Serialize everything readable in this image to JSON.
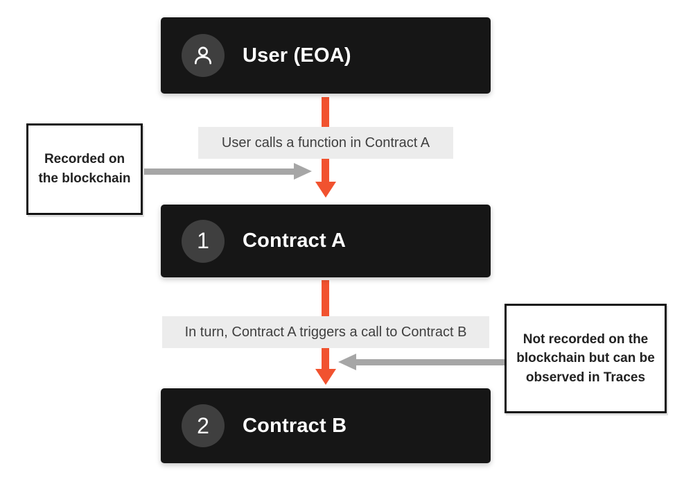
{
  "diagram": {
    "type": "flow-diagram",
    "topic": "Contract call flow: user EOA calling Contract A which internally calls Contract B"
  },
  "colors": {
    "node_background": "#161616",
    "node_badge_background": "#3f3f3f",
    "node_text": "#ffffff",
    "arrow_orange": "#f1522f",
    "arrow_gray": "#a6a6a6",
    "edge_label_background": "#ececec",
    "edge_label_text": "#3f3f3f",
    "annotation_border": "#131313",
    "annotation_text": "#222222",
    "page_background": "#ffffff"
  },
  "nodes": [
    {
      "id": "user",
      "icon": "user-icon",
      "badge": "",
      "label": "User (EOA)"
    },
    {
      "id": "contract-a",
      "icon": "",
      "badge": "1",
      "label": "Contract A"
    },
    {
      "id": "contract-b",
      "icon": "",
      "badge": "2",
      "label": "Contract B"
    }
  ],
  "edges": [
    {
      "from": "user",
      "to": "contract-a",
      "label": "User calls a function in Contract A"
    },
    {
      "from": "contract-a",
      "to": "contract-b",
      "label": "In turn, Contract A triggers a call to Contract B"
    }
  ],
  "annotations": [
    {
      "side": "left",
      "points_to": "edge-1",
      "text": "Recorded on the blockchain"
    },
    {
      "side": "right",
      "points_to": "edge-2",
      "text": "Not recorded on the blockchain but can be observed in Traces"
    }
  ]
}
